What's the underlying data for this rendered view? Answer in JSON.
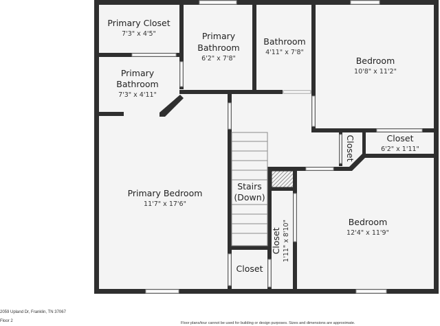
{
  "rooms": {
    "primary_closet": {
      "name": "Primary Closet",
      "dims": "7'3\" x 4'5\""
    },
    "primary_bathroom_top": {
      "name_line1": "Primary",
      "name_line2": "Bathroom",
      "dims": "6'2\" x 7'8\""
    },
    "bathroom": {
      "name": "Bathroom",
      "dims": "4'11\" x 7'8\""
    },
    "bedroom_top": {
      "name": "Bedroom",
      "dims": "10'8\" x 11'2\""
    },
    "primary_bathroom_left": {
      "name_line1": "Primary",
      "name_line2": "Bathroom",
      "dims": "7'3\" x 4'11\""
    },
    "closet_vertical": {
      "name": "Closet"
    },
    "closet_right": {
      "name": "Closet",
      "dims": "6'2\" x 1'11\""
    },
    "primary_bedroom": {
      "name": "Primary Bedroom",
      "dims": "11'7\" x 17'6\""
    },
    "stairs": {
      "name_line1": "Stairs",
      "name_line2": "(Down)"
    },
    "closet_stair": {
      "name": "Closet",
      "dims": "1'11\" x 8'10\""
    },
    "bedroom_bottom": {
      "name": "Bedroom",
      "dims": "12'4\" x 11'9\""
    },
    "closet_bottom": {
      "name": "Closet"
    }
  },
  "footer": {
    "address": "2059 Upland Dr, Franklin, TN 37067",
    "floor": "Floor 2",
    "disclaimer": "Floor plans/tour cannot be used for building or design purposes. Sizes and dimensions are approximate."
  },
  "colors": {
    "floor": "#f4f4f4",
    "wall": "#2f2f2f",
    "hatch": "#555555"
  }
}
